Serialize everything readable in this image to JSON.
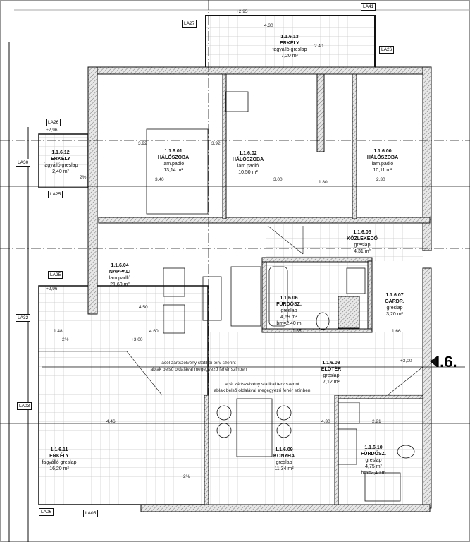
{
  "rooms": [
    {
      "id": "1.1.6.13",
      "name": "ERKÉLY",
      "floor": "fagyálló greslap",
      "area": "7,20 m²"
    },
    {
      "id": "1.1.6.12",
      "name": "ERKÉLY",
      "floor": "fagyálló greslap",
      "area": "2,40 m²"
    },
    {
      "id": "1.1.6.01",
      "name": "HÁLÓSZOBA",
      "floor": "lam.padló",
      "area": "13,14 m²"
    },
    {
      "id": "1.1.6.02",
      "name": "HÁLÓSZOBA",
      "floor": "lam.padló",
      "area": "10,50 m²"
    },
    {
      "id": "1.1.6.00",
      "name": "HÁLÓSZOBA",
      "floor": "lam.padló",
      "area": "10,11 m²"
    },
    {
      "id": "1.1.6.05",
      "name": "KÖZLEKEDŐ",
      "floor": "greslap",
      "area": "4,31 m²"
    },
    {
      "id": "1.1.6.04",
      "name": "NAPPALI",
      "floor": "lam.padló",
      "area": "21,60 m²"
    },
    {
      "id": "1.1.6.06",
      "name": "FÜRDŐSZ.",
      "floor": "greslap",
      "area": "4,69 m²",
      "extra": "bm=2,40 m"
    },
    {
      "id": "1.1.6.07",
      "name": "GARDR.",
      "floor": "greslap",
      "area": "3,20 m²"
    },
    {
      "id": "1.1.6.08",
      "name": "ELŐTÉR",
      "floor": "greslap",
      "area": "7,12 m²"
    },
    {
      "id": "1.1.6.11",
      "name": "ERKÉLY",
      "floor": "fagyálló greslap",
      "area": "16,20 m²"
    },
    {
      "id": "1.1.6.09",
      "name": "KONYHA",
      "floor": "greslap",
      "area": "11,34 m²"
    },
    {
      "id": "1.1.6.10",
      "name": "FÜRDŐSZ.",
      "floor": "greslap",
      "area": "4,75 m²",
      "extra": "bm=2,40 m"
    }
  ],
  "tags": [
    "LA41",
    "LA27",
    "LA26",
    "LA26",
    "LA30",
    "LA25",
    "LA25",
    "LA32",
    "LA03",
    "LA06",
    "LA05"
  ],
  "elevations": [
    "+2,95",
    "+2,96",
    "+2,96",
    "+3,00",
    "+3,00"
  ],
  "dimensions": [
    "4.30",
    "3.40",
    "3.00",
    "2.30",
    "4.50",
    "4.60",
    "1.48",
    "4.46",
    "2.21",
    "1.85",
    "1.66",
    "3.92",
    "3.92",
    "1.80",
    "2.40",
    "4.30",
    "2%",
    "2%",
    "2%"
  ],
  "notes": [
    "acél zártszelvény statikai terv szerint",
    "ablak belső oldalával megegyező fehér színben"
  ],
  "section_marker": "I.6.",
  "colors": {
    "line": "#111111",
    "hatch": "#9a9a9a",
    "grid": "#cfcfcf"
  }
}
